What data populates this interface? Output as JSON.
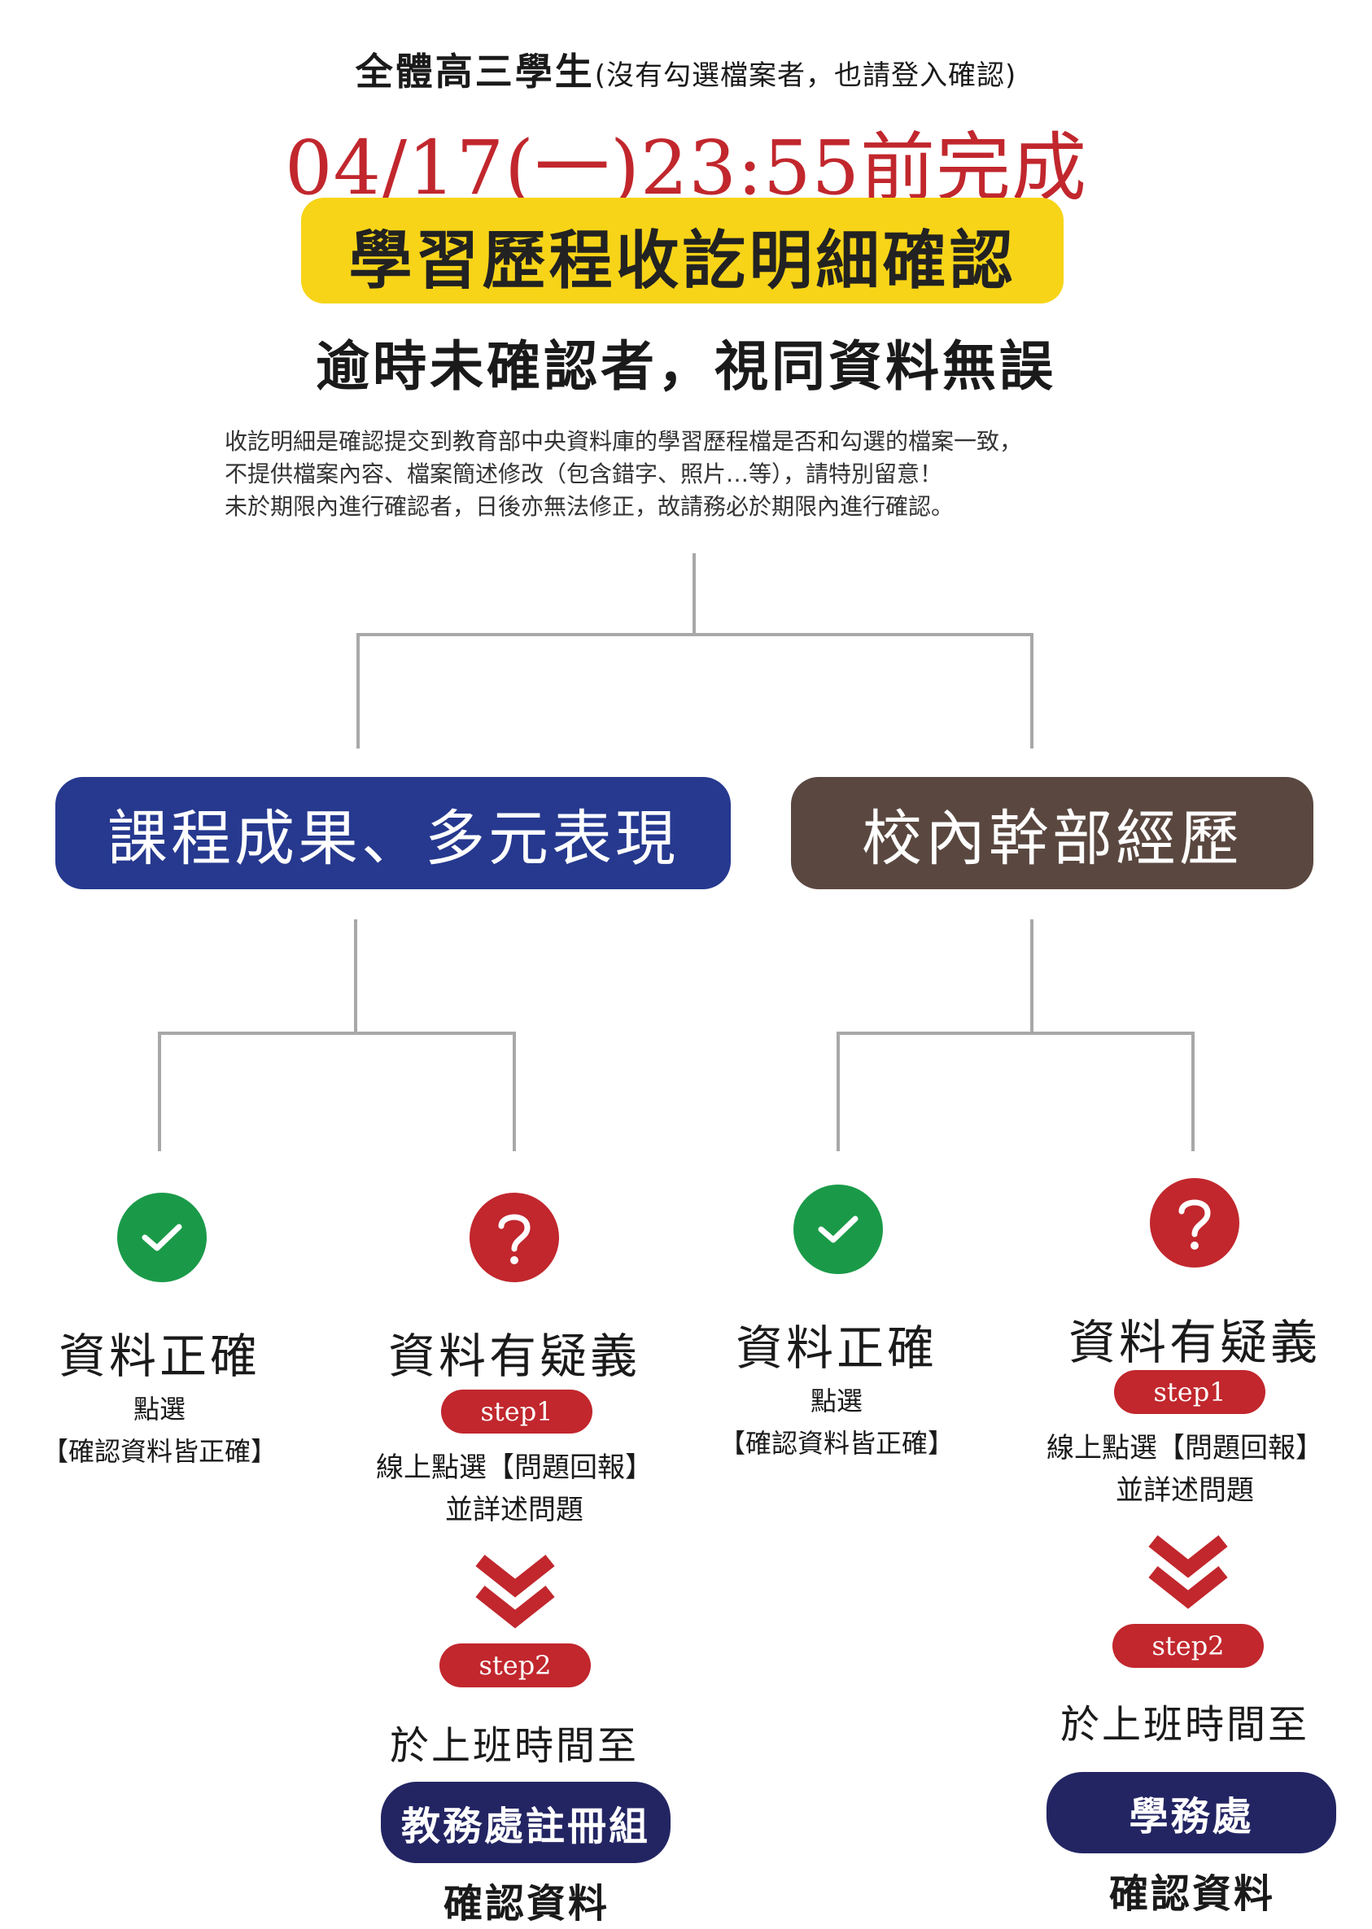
{
  "header": {
    "audience": "全體高三學生",
    "audience_note": "(沒有勾選檔案者，也請登入確認)",
    "deadline": "04/17(一)23:55前完成",
    "title": "學習歷程收訖明細確認",
    "overdue": "逾時未確認者，視同資料無誤"
  },
  "note": {
    "lines": [
      "收訖明細是確認提交到教育部中央資料庫的學習歷程檔是否和勾選的檔案一致，",
      "不提供檔案內容、檔案簡述修改（包含錯字、照片…等），請特別留意！",
      "未於期限內進行確認者，日後亦無法修正，故請務必於期限內進行確認。"
    ]
  },
  "colors": {
    "accent_red": "#c1272d",
    "highlight_yellow": "#f7d417",
    "category_blue": "#26398f",
    "category_brown": "#5a4840",
    "ok_green": "#1a9a48",
    "office_navy": "#232563"
  },
  "categories": [
    {
      "label": "課程成果、多元表現",
      "correct": {
        "icon": "check-icon",
        "status": "資料正確",
        "action": "點選",
        "target": "【確認資料皆正確】"
      },
      "doubt": {
        "icon": "question-icon",
        "status": "資料有疑義",
        "step1": "step1",
        "step1_line1": "線上點選【問題回報】",
        "step1_line2": "並詳述問題",
        "step2": "step2",
        "step2_text": "於上班時間至",
        "office": "教務處註冊組",
        "confirm": "確認資料"
      }
    },
    {
      "label": "校內幹部經歷",
      "correct": {
        "icon": "check-icon",
        "status": "資料正確",
        "action": "點選",
        "target": "【確認資料皆正確】"
      },
      "doubt": {
        "icon": "question-icon",
        "status": "資料有疑義",
        "step1": "step1",
        "step1_line1": "線上點選【問題回報】",
        "step1_line2": "並詳述問題",
        "step2": "step2",
        "step2_text": "於上班時間至",
        "office": "學務處",
        "confirm": "確認資料"
      }
    }
  ]
}
